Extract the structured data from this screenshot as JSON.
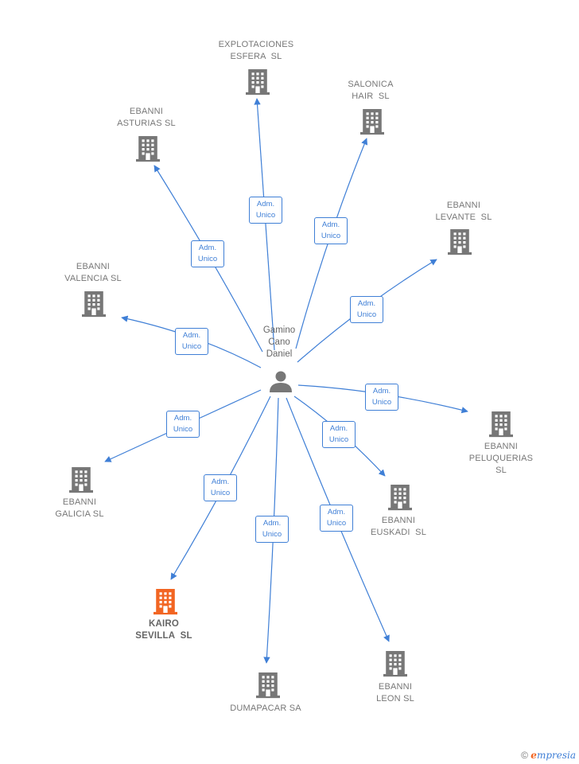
{
  "center": {
    "name": "Gamino\nCano\nDaniel",
    "icon": "person-icon"
  },
  "relation_label": "Adm.\nUnico",
  "colors": {
    "edge": "#3f7fd6",
    "building": "#777777",
    "building_highlight": "#f26522",
    "person": "#777777"
  },
  "companies": [
    {
      "id": "explotaciones-esfera",
      "name": "EXPLOTACIONES\nESFERA  SL",
      "highlight": false
    },
    {
      "id": "salonica-hair",
      "name": "SALONICA\nHAIR  SL",
      "highlight": false
    },
    {
      "id": "ebanni-asturias",
      "name": "EBANNI\nASTURIAS SL",
      "highlight": false
    },
    {
      "id": "ebanni-levante",
      "name": "EBANNI\nLEVANTE  SL",
      "highlight": false
    },
    {
      "id": "ebanni-valencia",
      "name": "EBANNI\nVALENCIA SL",
      "highlight": false
    },
    {
      "id": "ebanni-peluquerias",
      "name": "EBANNI\nPELUQUERIAS\nSL",
      "highlight": false
    },
    {
      "id": "ebanni-euskadi",
      "name": "EBANNI\nEUSKADI  SL",
      "highlight": false
    },
    {
      "id": "ebanni-galicia",
      "name": "EBANNI\nGALICIA SL",
      "highlight": false
    },
    {
      "id": "kairo-sevilla",
      "name": "KAIRO\nSEVILLA  SL",
      "highlight": true
    },
    {
      "id": "dumapacar",
      "name": "DUMAPACAR SA",
      "highlight": false
    },
    {
      "id": "ebanni-leon",
      "name": "EBANNI\nLEON SL",
      "highlight": false
    }
  ],
  "footer": {
    "copyright": "©",
    "brand_initial": "e",
    "brand_rest": "mpresia"
  }
}
